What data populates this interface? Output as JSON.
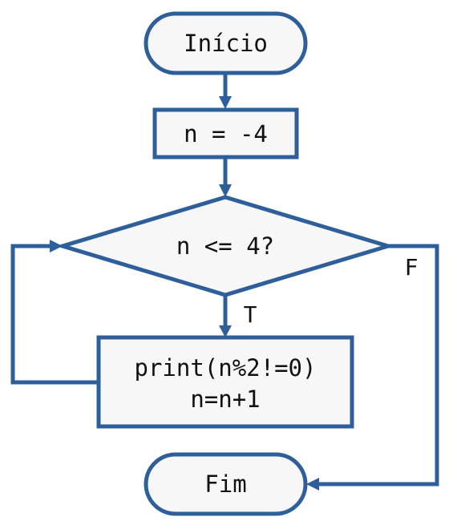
{
  "colors": {
    "stroke": "#2e5f9a",
    "fill": "#f7f7f7",
    "text": "#111111"
  },
  "nodes": {
    "start": {
      "label": "Início"
    },
    "init": {
      "label": "n = -4"
    },
    "decision": {
      "label": "n <= 4?"
    },
    "body": {
      "line1": "print(n%2!=0)",
      "line2": "n=n+1"
    },
    "end": {
      "label": "Fim"
    }
  },
  "edges": {
    "true_label": "T",
    "false_label": "F"
  }
}
